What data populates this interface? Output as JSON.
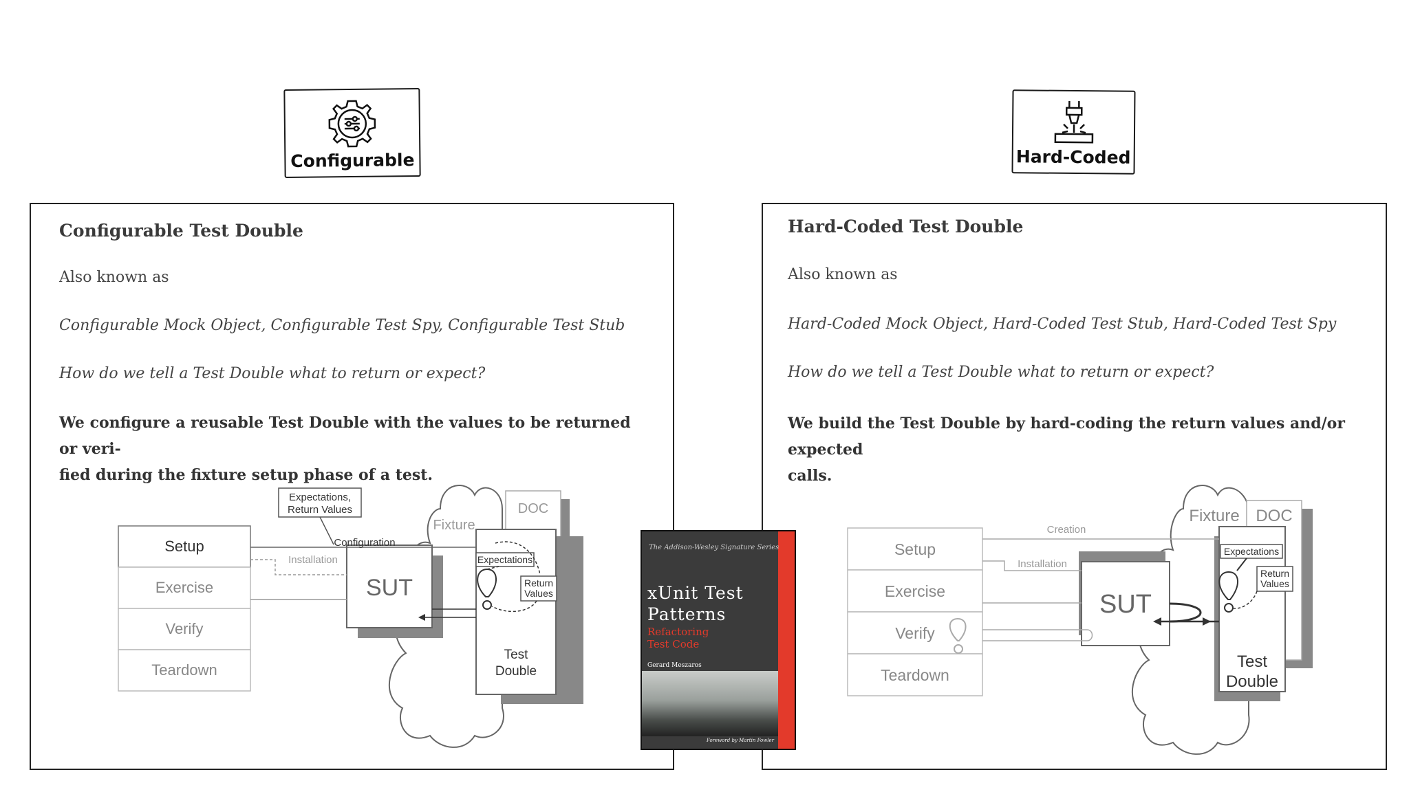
{
  "badges": {
    "left": {
      "label": "Configurable",
      "icon": "gear-sliders-icon"
    },
    "right": {
      "label": "Hard-Coded",
      "icon": "laser-cutter-icon"
    }
  },
  "left_panel": {
    "title": "Configurable Test Double",
    "aka_label": "Also known as",
    "aka_names": "Configurable Mock Object, Configurable Test Spy, Configurable Test Stub",
    "question": "How do we tell a Test Double what to return or expect?",
    "answer_line1": "We configure a reusable Test Double with the values to be returned or veri-",
    "answer_line2": "fied during the fixture setup phase of a test.",
    "diagram": {
      "phases": [
        "Setup",
        "Exercise",
        "Verify",
        "Teardown"
      ],
      "note": "Expectations, Return Values",
      "note_line1": "Expectations,",
      "note_line2": "Return Values",
      "configuration": "Configuration",
      "installation": "Installation",
      "sut": "SUT",
      "fixture": "Fixture",
      "doc": "DOC",
      "expectations": "Expectations",
      "return_line1": "Return",
      "return_line2": "Values",
      "td_line1": "Test",
      "td_line2": "Double"
    }
  },
  "right_panel": {
    "title": "Hard-Coded Test Double",
    "aka_label": "Also known as",
    "aka_names": "Hard-Coded Mock Object, Hard-Coded Test Stub, Hard-Coded Test Spy",
    "question": "How do we tell a Test Double what to return or expect?",
    "answer_line1": "We build the Test Double by hard-coding the return values and/or expected",
    "answer_line2": "calls.",
    "diagram": {
      "phases": [
        "Setup",
        "Exercise",
        "Verify",
        "Teardown"
      ],
      "creation": "Creation",
      "installation": "Installation",
      "sut": "SUT",
      "fixture": "Fixture",
      "doc": "DOC",
      "expectations": "Expectations",
      "return_line1": "Return",
      "return_line2": "Values",
      "td_line1": "Test",
      "td_line2": "Double"
    }
  },
  "book": {
    "series": "The Addison-Wesley Signature Series",
    "title_line1": "xUnit Test",
    "title_line2": "Patterns",
    "subtitle_line1": "Refactoring",
    "subtitle_line2": "Test Code",
    "author": "Gerard Meszaros",
    "foreword": "Foreword by Martin Fowler"
  }
}
